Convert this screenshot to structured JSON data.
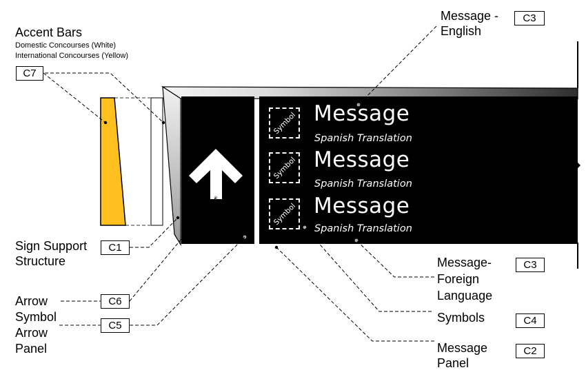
{
  "accent": {
    "title": "Accent Bars",
    "line1": "Domestic Concourses (White)",
    "line2": "International Concourses (Yellow)",
    "code": "C7",
    "yellow": "#FFC020"
  },
  "message_english": {
    "label_line1": "Message -",
    "label_line2": "English",
    "code": "C3"
  },
  "sign_support": {
    "label_line1": "Sign Support",
    "label_line2": "Structure",
    "code": "C1"
  },
  "arrow_symbol": {
    "label_line1": "Arrow",
    "label_line2": "Symbol",
    "code": "C6"
  },
  "arrow_panel": {
    "label_line1": "Arrow",
    "label_line2": "Panel",
    "code": "C5"
  },
  "message_foreign": {
    "label_line1": "Message-",
    "label_line2": "Foreign",
    "label_line3": "Language",
    "code": "C3"
  },
  "symbols": {
    "label": "Symbols",
    "code": "C4"
  },
  "message_panel": {
    "label_line1": "Message",
    "label_line2": "Panel",
    "code": "C2"
  },
  "sign": {
    "rows": [
      {
        "symbol": "Symbol",
        "message": "Message",
        "translation": "Spanish Translation"
      },
      {
        "symbol": "Symbol",
        "message": "Message",
        "translation": "Spanish Translation"
      },
      {
        "symbol": "Symbol",
        "message": "Message",
        "translation": "Spanish Translation"
      }
    ]
  },
  "colors": {
    "panel": "#000000",
    "frame_light": "#f2f2f2",
    "frame_dark": "#3a3a3a",
    "leader": "#000000",
    "guide": "#9a9a9a"
  }
}
